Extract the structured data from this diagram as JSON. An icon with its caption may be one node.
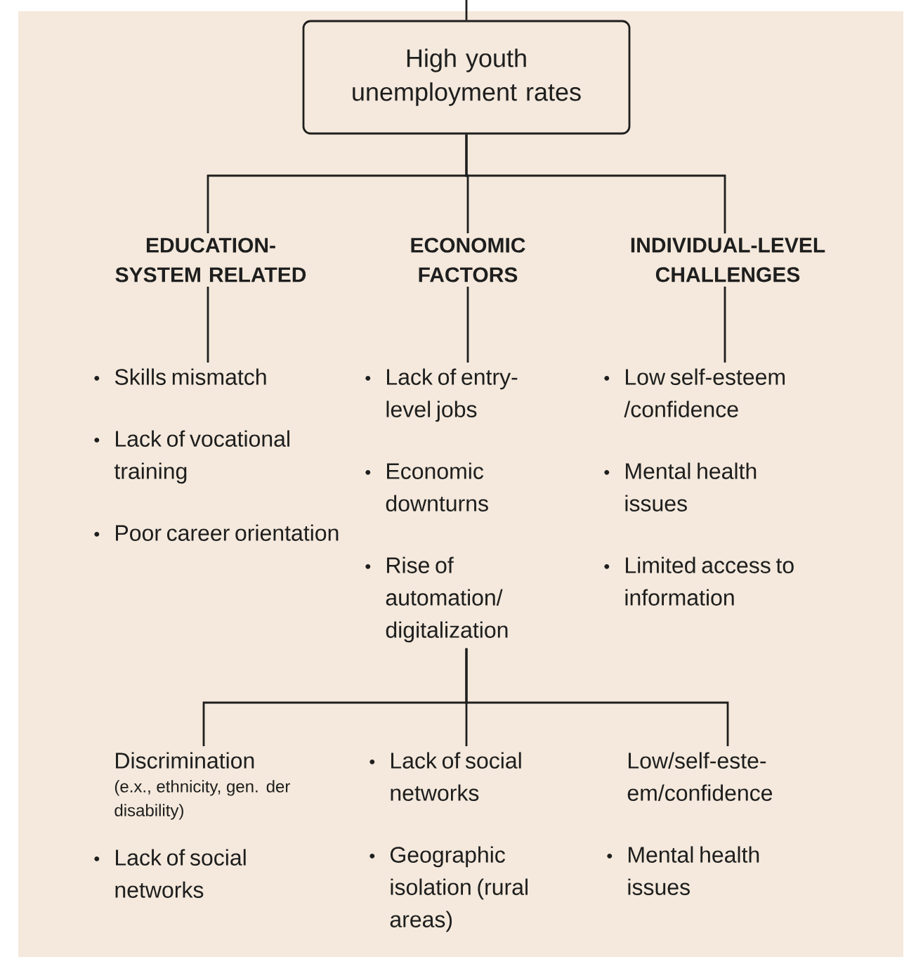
{
  "diagram": {
    "nodes": [
      {
        "text": [
          "High youth unemployment rates"
        ]
      },
      {
        "text": [
          "EDUCATION-SYSTEM RELATED"
        ]
      },
      {
        "text": [
          "ECONOMIC FACTORS"
        ]
      },
      {
        "text": [
          "INDIVIDUAL-LEVEL CHALLENGES"
        ]
      },
      {
        "text": [
          "Skills mismatch",
          "Lack of vocational training",
          "Poor career orientation"
        ]
      },
      {
        "text": [
          "Lack of entry-level jobs",
          "Economic downturns",
          "Rise of automation/ digitalization"
        ]
      },
      {
        "text": [
          "Low self-esteem /confidence",
          "Mental health issues",
          "Limited access to information"
        ]
      },
      {
        "text": [
          "Discrimination",
          "(e.x., ethnicity, gen. der disability)",
          "Lack of social networks"
        ]
      },
      {
        "text": [
          "Lack of social networks",
          "Geographic isolation (rural areas)"
        ]
      },
      {
        "text": [
          "Low/self-este- em/confidence",
          "Mental health issues"
        ]
      }
    ],
    "edges": [
      {
        "from": null,
        "to": 0,
        "arrow": "none"
      },
      {
        "from": 0,
        "to": 1,
        "arrow": "none"
      },
      {
        "from": 0,
        "to": 2,
        "arrow": "none"
      },
      {
        "from": 0,
        "to": 3,
        "arrow": "none"
      },
      {
        "from": 1,
        "to": 4,
        "arrow": "none"
      },
      {
        "from": 2,
        "to": 5,
        "arrow": "none"
      },
      {
        "from": 3,
        "to": 6,
        "arrow": "none"
      },
      {
        "from": 5,
        "to": 7,
        "arrow": "none"
      },
      {
        "from": 5,
        "to": 8,
        "arrow": "none"
      },
      {
        "from": 5,
        "to": 9,
        "arrow": "none"
      }
    ]
  }
}
